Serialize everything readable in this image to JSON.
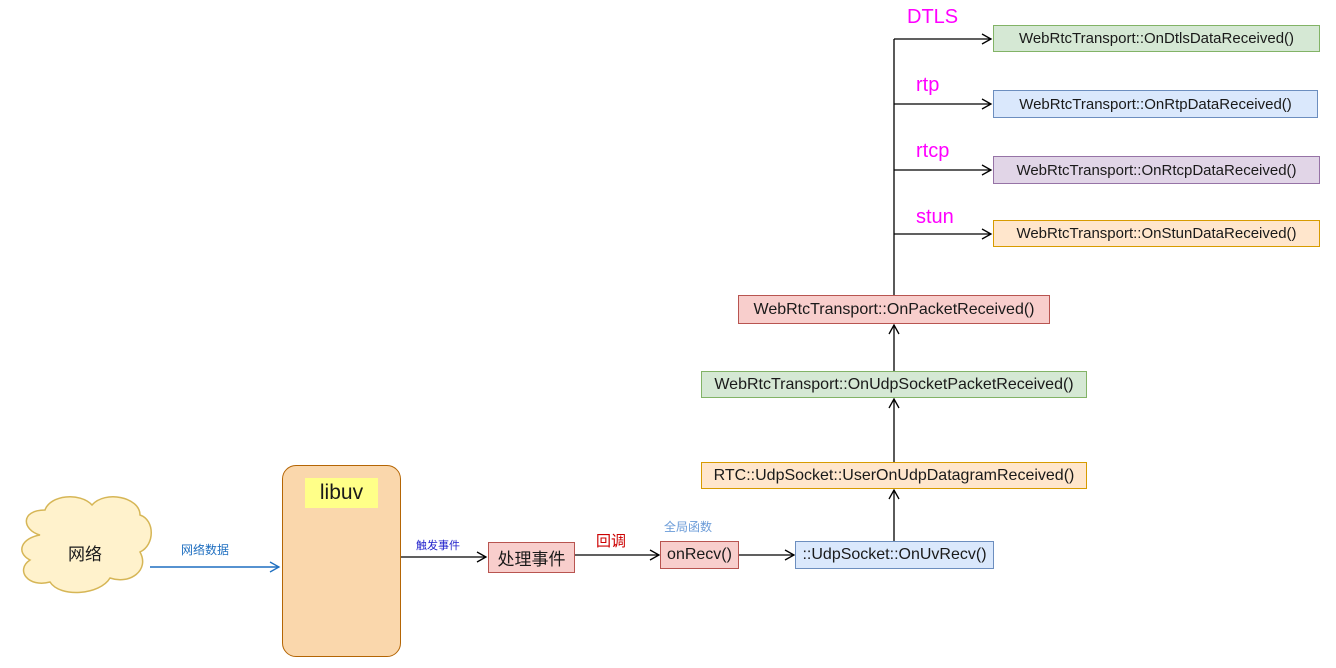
{
  "diagram": {
    "cloud": {
      "label": "网络"
    },
    "edge_network_data": {
      "label": "网络数据",
      "color": "#1f6fc0"
    },
    "libuv": {
      "label": "libuv",
      "loop_icon_color": "#22bb55"
    },
    "edge_trigger_event": {
      "label": "触发事件",
      "color": "#2222cc"
    },
    "handle_event": {
      "label": "处理事件"
    },
    "edge_callback": {
      "label": "回调",
      "color": "#cc0000"
    },
    "global_function_note": {
      "label": "全局函数",
      "color": "#6a9bd8"
    },
    "on_recv": {
      "label": "onRecv()"
    },
    "on_uv_recv": {
      "label": "::UdpSocket::OnUvRecv()"
    },
    "user_on_udp_datagram_received": {
      "label": "RTC::UdpSocket::UserOnUdpDatagramReceived()"
    },
    "on_udp_socket_packet_received": {
      "label": "WebRtcTransport::OnUdpSocketPacketReceived()"
    },
    "on_packet_received": {
      "label": "WebRtcTransport::OnPacketReceived()"
    },
    "branches": [
      {
        "protocol": "DTLS",
        "handler": "WebRtcTransport::OnDtlsDataReceived()"
      },
      {
        "protocol": "rtp",
        "handler": "WebRtcTransport::OnRtpDataReceived()"
      },
      {
        "protocol": "rtcp",
        "handler": "WebRtcTransport::OnRtcpDataReceived()"
      },
      {
        "protocol": "stun",
        "handler": "WebRtcTransport::OnStunDataReceived()"
      }
    ],
    "protocol_label_color": "#ff00ff"
  }
}
